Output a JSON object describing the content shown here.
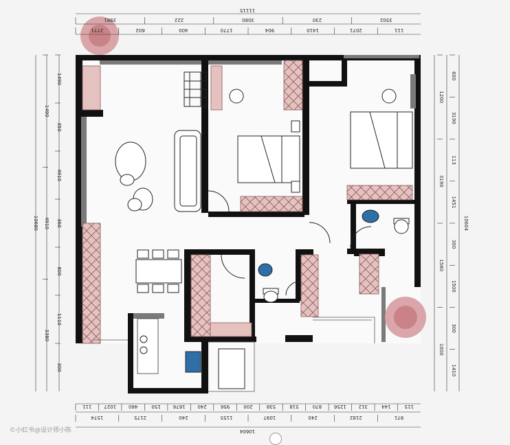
{
  "plan": {
    "colors": {
      "wall": "#111111",
      "wall_gray": "#7a7a7a",
      "cabinet": "#e5c2c0",
      "floor": "#fafafa",
      "page": "#f4f4f4",
      "tile": "#2f6fa8",
      "tree": "#d79ca0"
    },
    "dims_top": {
      "total": "11115",
      "row1": [
        "3981",
        "222",
        "3080",
        "230",
        "3502"
      ],
      "row2": [
        "2771",
        "602",
        "400",
        "1770",
        "904",
        "1410",
        "2071",
        "111"
      ]
    },
    "dims_bottom": {
      "total": "10604",
      "row1": [
        "1574",
        "2175",
        "240",
        "1155",
        "1097",
        "240",
        "2182",
        "971"
      ],
      "row2": [
        "111",
        "1027",
        "460",
        "150",
        "1676",
        "240",
        "956",
        "200",
        "538",
        "518",
        "870",
        "1256",
        "312",
        "144",
        "115"
      ]
    },
    "dims_left": {
      "total": "10680",
      "col1": [
        "1490",
        "4910",
        "3380"
      ],
      "col2": [
        "1490",
        "350",
        "4910",
        "360",
        "800",
        "1110",
        "300"
      ]
    },
    "dims_right": {
      "total": "10604",
      "col1": [
        "1200",
        "3190",
        "1560",
        "1000"
      ],
      "col2": [
        "600",
        "3190",
        "113",
        "1451",
        "300",
        "1500",
        "300",
        "1410"
      ]
    },
    "watermark": "©小红书@设计师小陈"
  }
}
